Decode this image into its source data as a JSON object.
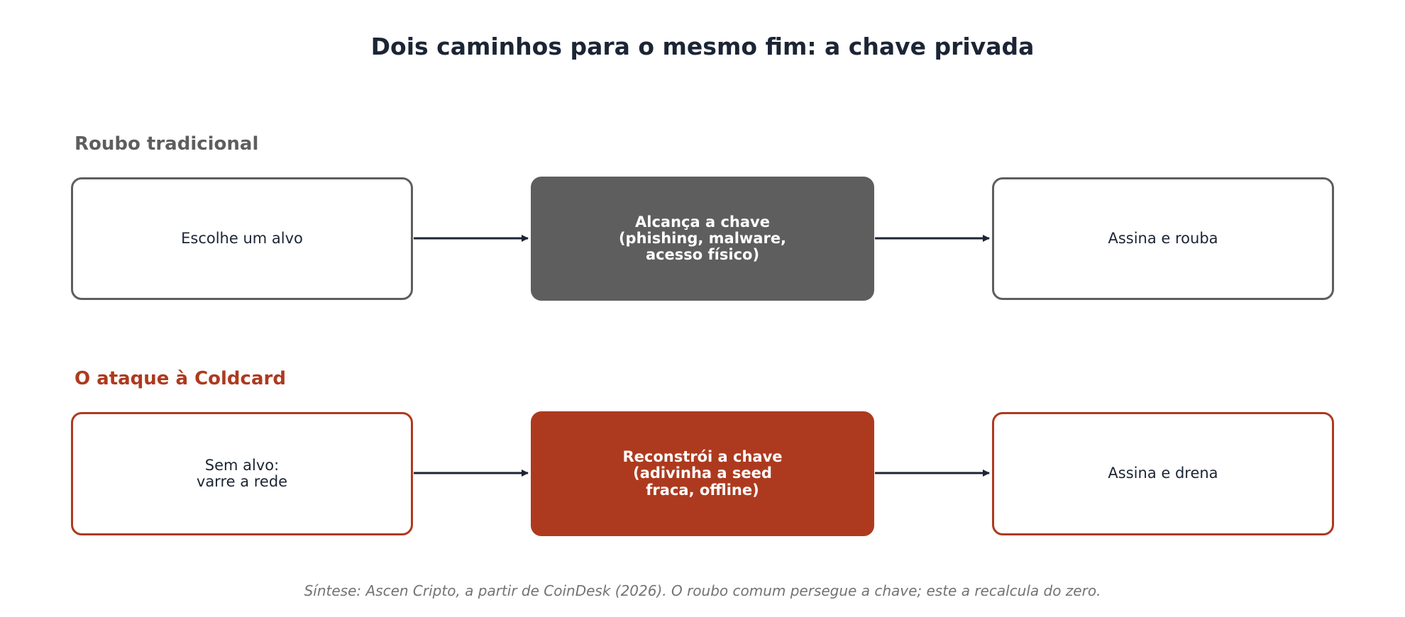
{
  "title": "Dois caminhos para o mesmo fim: a chave privada",
  "colors": {
    "traditional": "#5e5e5e",
    "coldcard": "#ad3a1f",
    "text_dark": "#1c2535",
    "arrow": "#1c2535",
    "footer": "#737373"
  },
  "rows": {
    "traditional": {
      "label": "Roubo tradicional",
      "steps": [
        "Escolhe um alvo",
        "Alcança a chave\n(phishing, malware,\nacesso físico)",
        "Assina e rouba"
      ]
    },
    "coldcard": {
      "label": "O ataque à Coldcard",
      "steps": [
        "Sem alvo:\nvarre a rede",
        "Reconstrói a chave\n(adivinha a seed\nfraca, offline)",
        "Assina e drena"
      ]
    }
  },
  "footer": "Síntese: Ascen Cripto, a partir de CoinDesk (2026). O roubo comum persegue a chave; este a recalcula do zero."
}
